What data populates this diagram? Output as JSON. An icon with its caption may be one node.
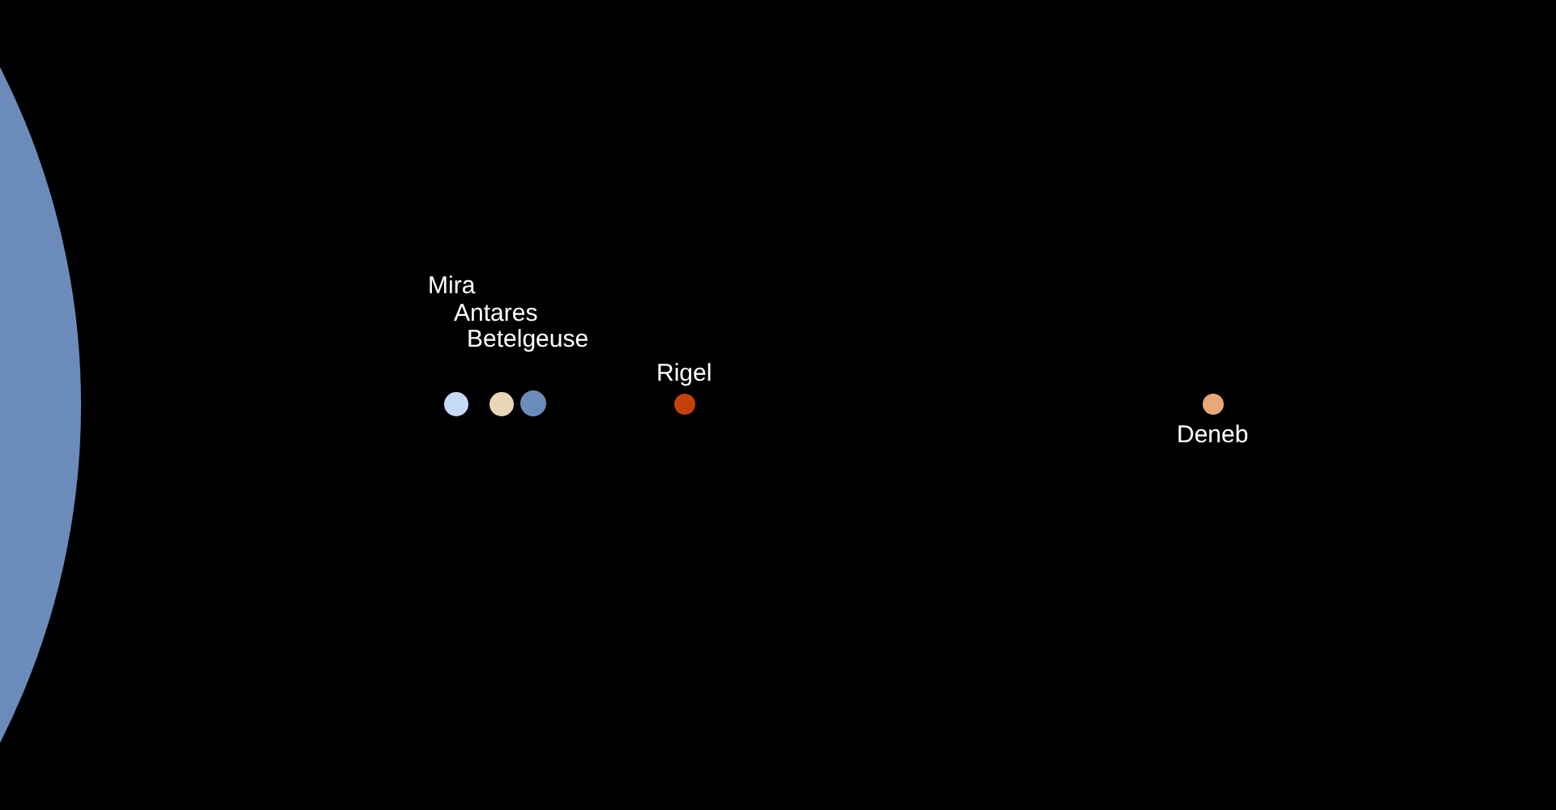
{
  "diagram": {
    "nodes": [
      {
        "text": [],
        "shape": "circle"
      },
      {
        "text": [],
        "shape": "circle",
        "beside": [
          "Mira"
        ]
      },
      {
        "text": [],
        "shape": "circle",
        "beside": [
          "Antares"
        ]
      },
      {
        "text": [],
        "shape": "circle",
        "beside": [
          "Betelgeuse"
        ]
      },
      {
        "text": [],
        "shape": "circle",
        "beside": [
          "Rigel"
        ]
      },
      {
        "text": [],
        "shape": "circle",
        "beside": [
          "Deneb"
        ]
      }
    ]
  }
}
